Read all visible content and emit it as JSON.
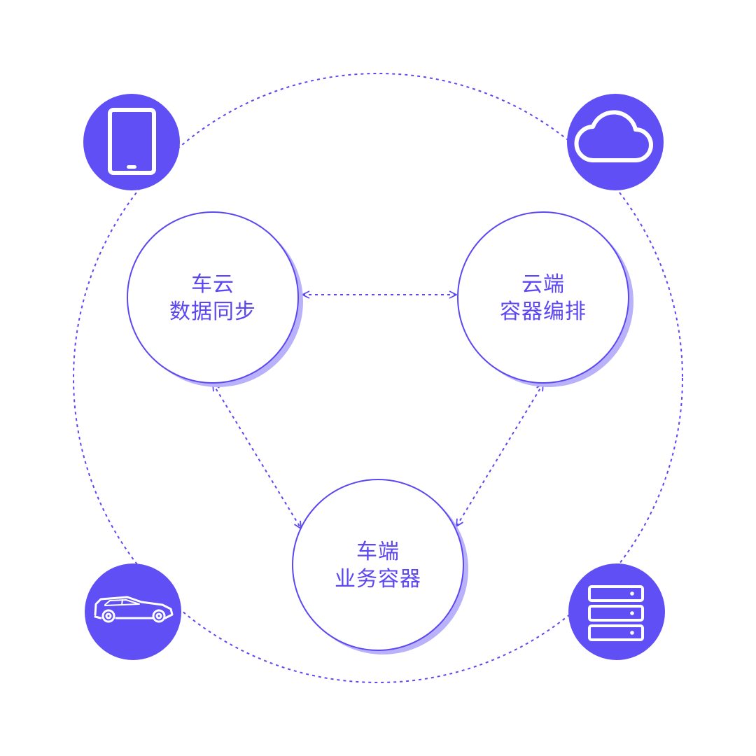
{
  "colors": {
    "primary": "#5f4ff5",
    "line": "#5c48f0",
    "shadow": "#b9b2fb",
    "background": "#ffffff",
    "icon_fg": "#ffffff"
  },
  "nodes": {
    "data_sync": {
      "line1": "车云",
      "line2": "数据同步"
    },
    "orchestration": {
      "line1": "云端",
      "line2": "容器编排"
    },
    "vehicle_container": {
      "line1": "车端",
      "line2": "业务容器"
    }
  },
  "icons": {
    "top_left": "tablet-icon",
    "top_right": "cloud-icon",
    "bottom_left": "car-icon",
    "bottom_right": "server-icon"
  }
}
